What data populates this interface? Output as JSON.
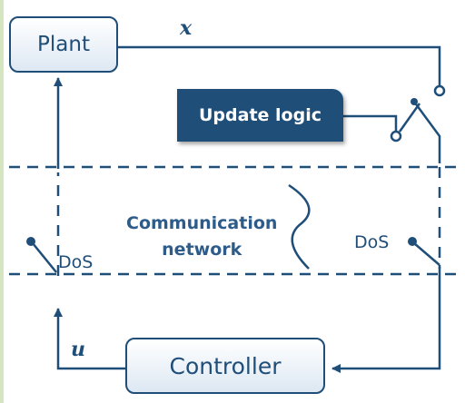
{
  "plant": {
    "label": "Plant"
  },
  "update_logic": {
    "label": "Update logic"
  },
  "controller": {
    "label": "Controller"
  },
  "communication_network": {
    "label_line1": "Communication",
    "label_line2": "network"
  },
  "dos_left": {
    "label": "DoS"
  },
  "dos_right": {
    "label": "DoS"
  },
  "signals": {
    "plant_output": "x",
    "control_input": "u"
  },
  "colors": {
    "primary": "#1f4e79",
    "background": "#d4e5bf",
    "panel": "#ffffff"
  }
}
